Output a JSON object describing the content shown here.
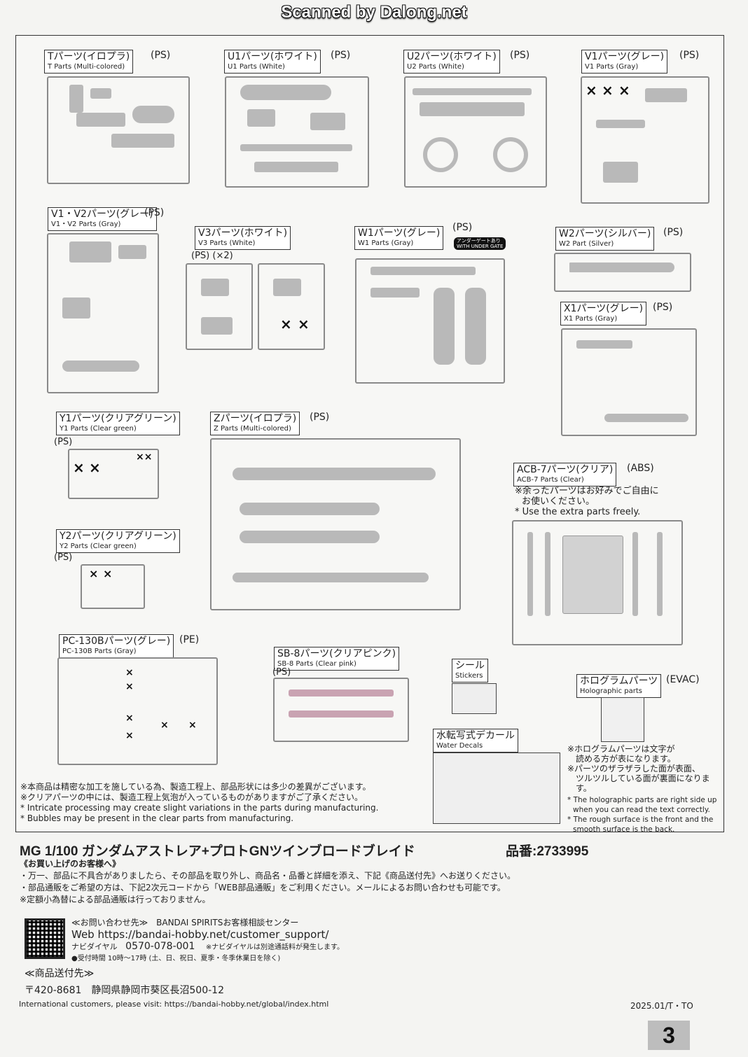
{
  "watermark": "Scanned by Dalong.net",
  "sections": {
    "T": {
      "jp": "Tパーツ(イロプラ)",
      "en": "T Parts (Multi-colored)",
      "mat": "(PS)"
    },
    "U1": {
      "jp": "U1パーツ(ホワイト)",
      "en": "U1 Parts (White)",
      "mat": "(PS)"
    },
    "U2": {
      "jp": "U2パーツ(ホワイト)",
      "en": "U2 Parts (White)",
      "mat": "(PS)"
    },
    "V1": {
      "jp": "V1パーツ(グレー)",
      "en": "V1 Parts (Gray)",
      "mat": "(PS)"
    },
    "V1V2": {
      "jp": "V1・V2パーツ(グレー)",
      "en": "V1・V2 Parts (Gray)",
      "mat": "(PS)"
    },
    "V3": {
      "jp": "V3パーツ(ホワイト)",
      "en": "V3 Parts (White)",
      "mat": "(PS) (×2)"
    },
    "W1": {
      "jp": "W1パーツ(グレー)",
      "en": "W1 Parts (Gray)",
      "mat": "(PS)",
      "tag1": "アンダーゲートあり",
      "tag2": "WITH UNDER GATE"
    },
    "W2": {
      "jp": "W2パーツ(シルバー)",
      "en": "W2 Part (Silver)",
      "mat": "(PS)"
    },
    "X1": {
      "jp": "X1パーツ(グレー)",
      "en": "X1 Parts (Gray)",
      "mat": "(PS)"
    },
    "Y1": {
      "jp": "Y1パーツ(クリアグリーン)",
      "en": "Y1 Parts (Clear green)",
      "mat": "(PS)"
    },
    "Z": {
      "jp": "Zパーツ(イロプラ)",
      "en": "Z Parts (Multi-colored)",
      "mat": "(PS)"
    },
    "ACB7": {
      "jp": "ACB-7パーツ(クリア)",
      "en": "ACB-7 Parts (Clear)",
      "mat": "(ABS)"
    },
    "Y2": {
      "jp": "Y2パーツ(クリアグリーン)",
      "en": "Y2 Parts (Clear green)",
      "mat": "(PS)"
    },
    "PC130B": {
      "jp": "PC-130Bパーツ(グレー)",
      "en": "PC-130B Parts (Gray)",
      "mat": "(PE)"
    },
    "SB8": {
      "jp": "SB-8パーツ(クリアピンク)",
      "en": "SB-8 Parts (Clear pink)",
      "mat": "(PS)"
    },
    "sticker": {
      "jp": "シール",
      "en": "Stickers"
    },
    "holo": {
      "jp": "ホログラムパーツ",
      "en": "Holographic parts",
      "mat": "(EVAC)"
    },
    "decal": {
      "jp": "水転写式デカール",
      "en": "Water Decals"
    }
  },
  "acb_note": {
    "jp1": "※余ったパーツはお好みでご自由に",
    "jp2": "お使いください。",
    "en": "* Use the extra parts freely."
  },
  "holo_note": {
    "jp1": "※ホログラムパーツは文字が",
    "jp2": "読める方が表になります。",
    "jp3": "※パーツのザラザラした面が表面、",
    "jp4": "ツルツルしている面が裏面になります。",
    "en1": "* The holographic parts are right side up",
    "en2": "when you can read the text correctly.",
    "en3": "* The rough surface is the front and the",
    "en4": "smooth surface is the back."
  },
  "main_note": {
    "jp1": "※本商品は精密な加工を施している為、製造工程上、部品形状には多少の差異がございます。",
    "jp2": "※クリアパーツの中には、製造工程上気泡が入っているものがありますがご了承ください。",
    "en1": "* Intricate processing may create slight variations in the parts during manufacturing.",
    "en2": "* Bubbles may be present in the clear parts from manufacturing."
  },
  "footer": {
    "product": "MG 1/100 ガンダムアストレア+プロトGNツインブロードブレイド",
    "item_no": "品番:2733995",
    "to_customers": "《お買い上げのお客様へ》",
    "line1": "・万一、部品に不具合がありましたら、その部品を取り外し、商品名・品番と詳細を添え、下記《商品送付先》へお送りください。",
    "line2": "・部品通販をご希望の方は、下記2次元コードから「WEB部品通販」をご利用ください。メールによるお問い合わせも可能です。",
    "line3": "※定額小為替による部品通販は行っておりません。",
    "contact_title": "≪お問い合わせ先≫　BANDAI SPIRITSお客様相談センター",
    "web": "Web https://bandai-hobby.net/customer_support/",
    "navi_label": "ナビダイヤル",
    "navi_number": "0570-078-001",
    "navi_note": "※ナビダイヤルは別途通話料が発生します。",
    "hours": "●受付時間 10時～17時 (土、日、祝日、夏季・冬季休業日を除く)",
    "ship_title": "≪商品送付先≫",
    "address": "〒420-8681　静岡県静岡市葵区長沼500-12",
    "intl": "International customers, please visit: https://bandai-hobby.net/global/index.html",
    "code": "2025.01/T・TO",
    "page": "3"
  }
}
